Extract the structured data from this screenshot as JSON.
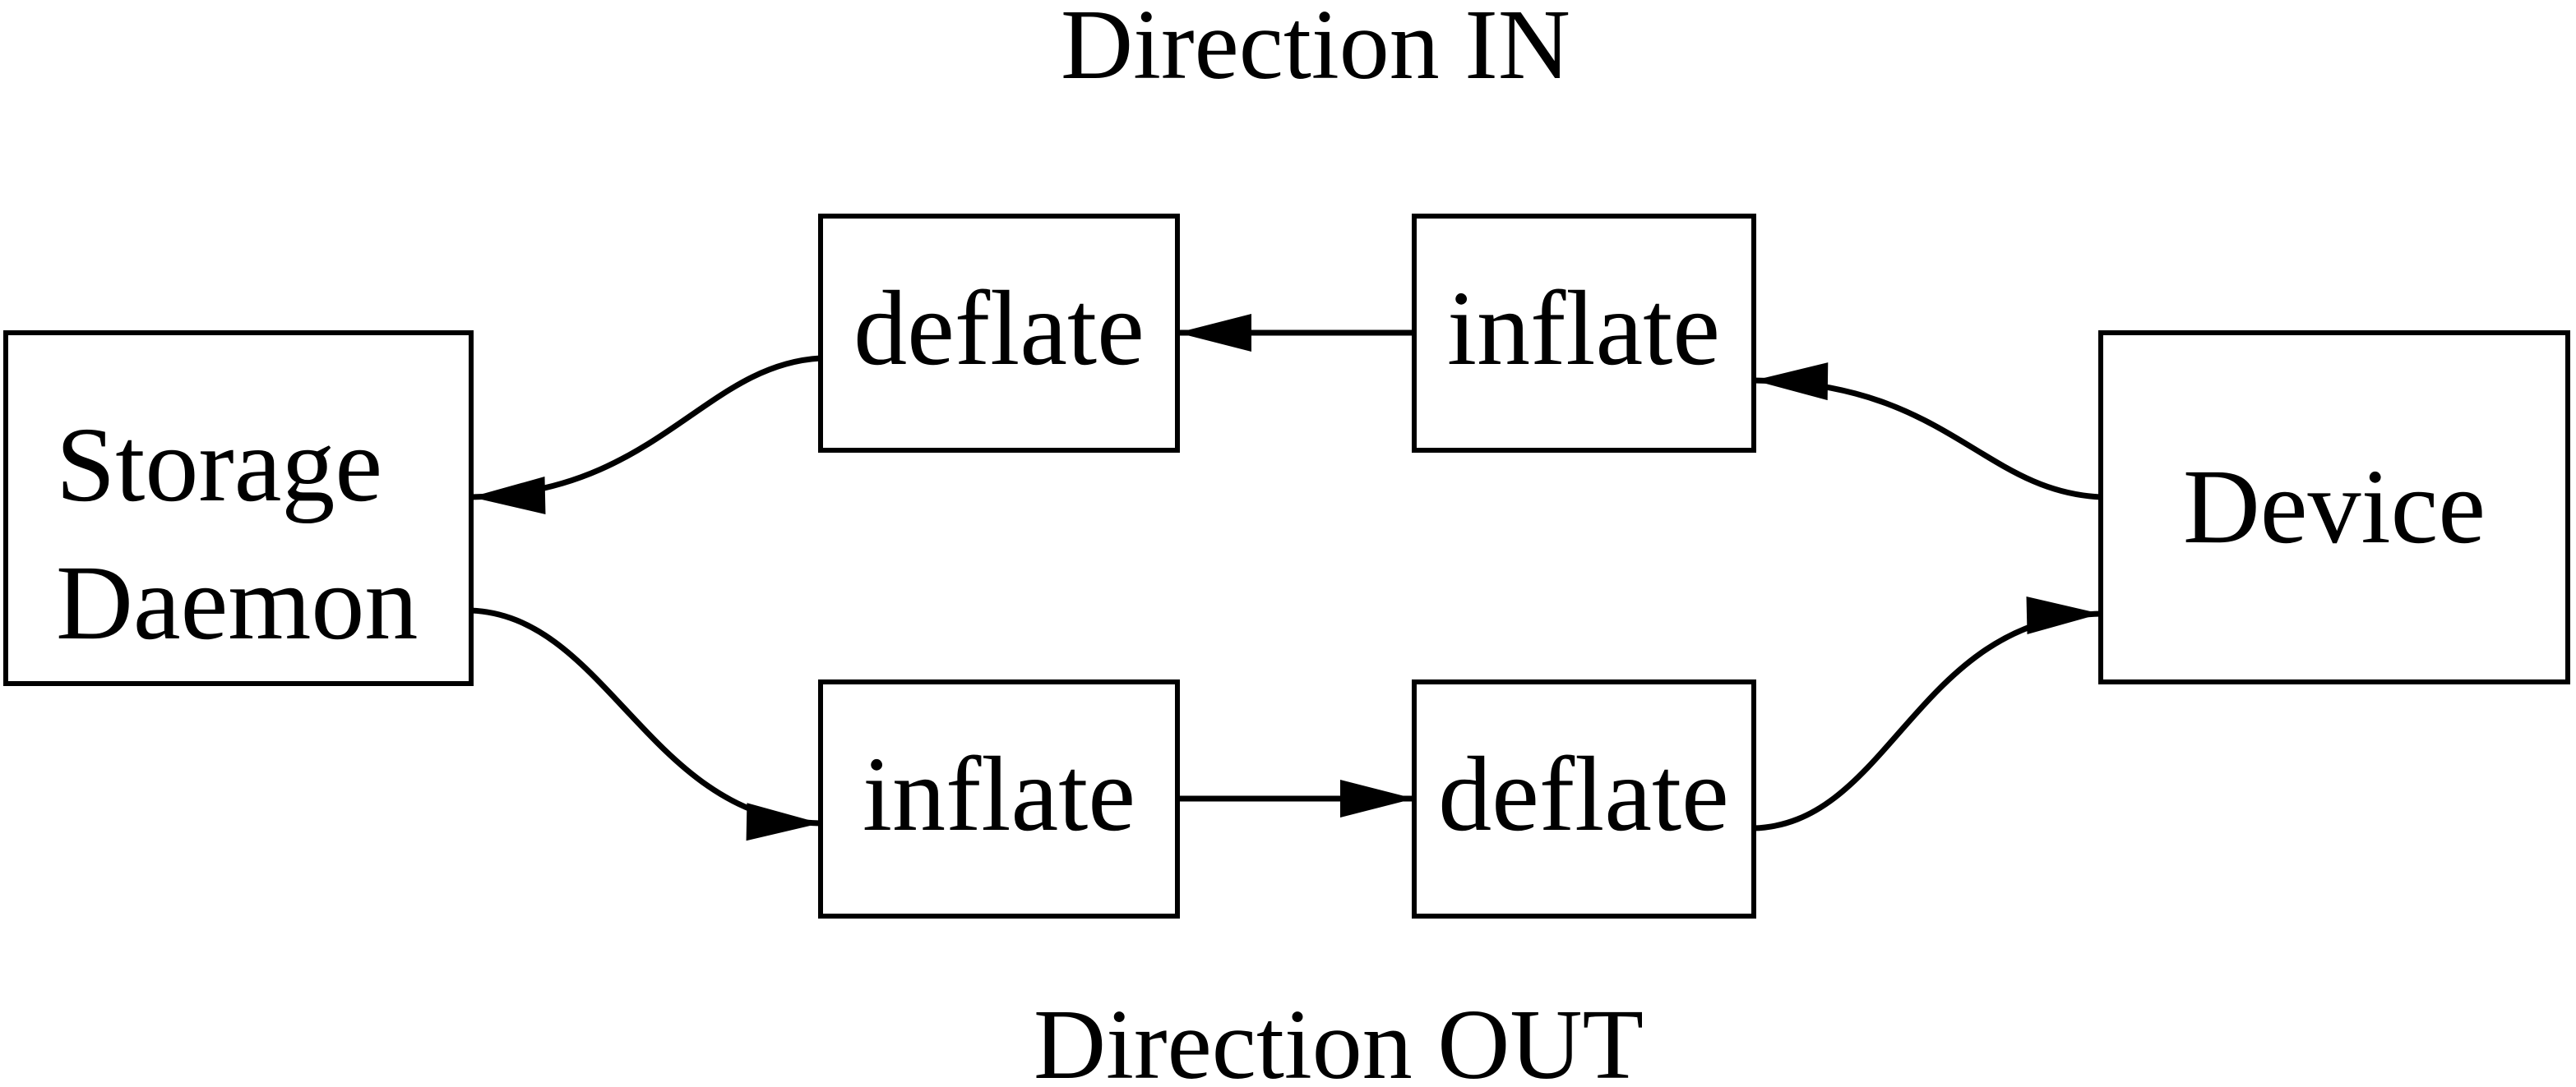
{
  "diagram": {
    "background_color": "#ffffff",
    "line_color": "#000000",
    "titles": {
      "in": "Direction IN",
      "out": "Direction OUT"
    },
    "nodes": {
      "storage_daemon": {
        "label_line1": "Storage",
        "label_line2": "Daemon"
      },
      "deflate_top": {
        "label": "deflate"
      },
      "inflate_top": {
        "label": "inflate"
      },
      "inflate_bottom": {
        "label": "inflate"
      },
      "deflate_bottom": {
        "label": "deflate"
      },
      "device": {
        "label": "Device"
      }
    },
    "edges": [
      {
        "from": "device",
        "to": "inflate_top",
        "direction": "IN"
      },
      {
        "from": "inflate_top",
        "to": "deflate_top",
        "direction": "IN"
      },
      {
        "from": "deflate_top",
        "to": "storage_daemon",
        "direction": "IN"
      },
      {
        "from": "storage_daemon",
        "to": "inflate_bottom",
        "direction": "OUT"
      },
      {
        "from": "inflate_bottom",
        "to": "deflate_bottom",
        "direction": "OUT"
      },
      {
        "from": "deflate_bottom",
        "to": "device",
        "direction": "OUT"
      }
    ]
  }
}
